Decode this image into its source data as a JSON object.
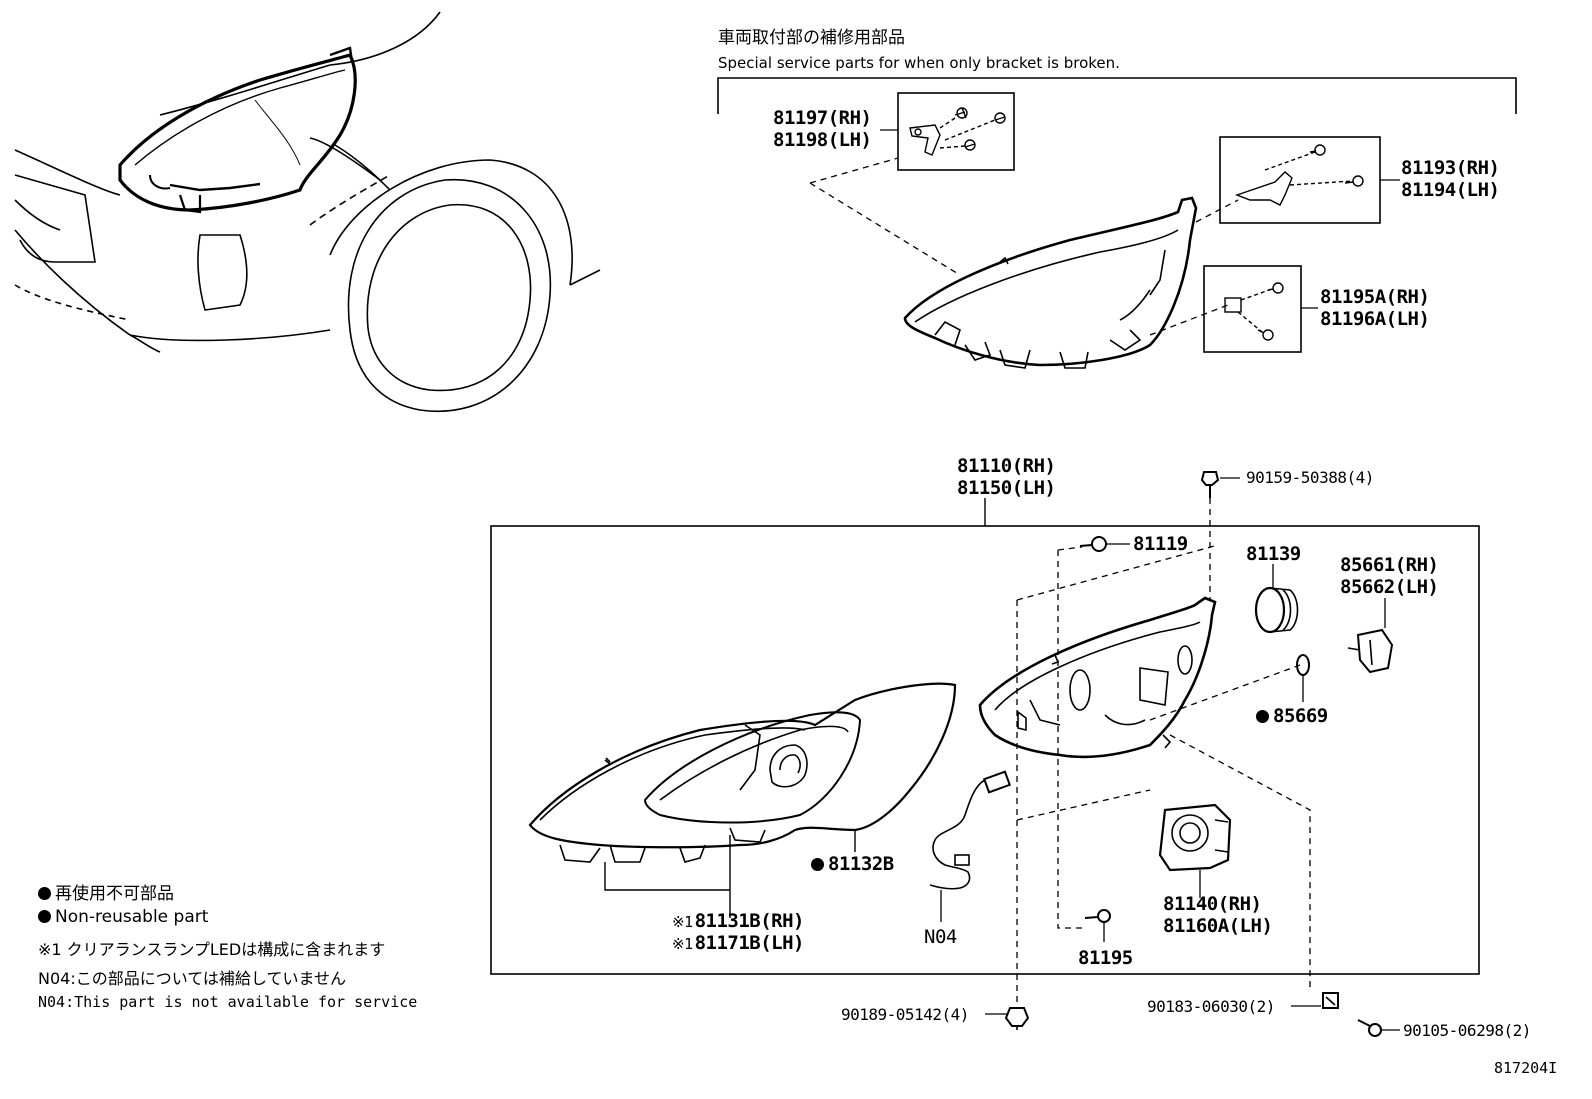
{
  "header": {
    "title_jp": "車両取付部の補修用部品",
    "title_en": "Special service parts for when only bracket is broken."
  },
  "brackets": {
    "b1": {
      "rh": "81197(RH)",
      "lh": "81198(LH)"
    },
    "b2": {
      "rh": "81193(RH)",
      "lh": "81194(LH)"
    },
    "b3": {
      "rh": "81195A(RH)",
      "lh": "81196A(LH)"
    }
  },
  "assembly": {
    "rh": "81110(RH)",
    "lh": "81150(LH)"
  },
  "parts": {
    "screw_top": "90159-50388(4)",
    "p81119": "81119",
    "p81139": "81139",
    "socket_rh": "85661(RH)",
    "socket_lh": "85662(LH)",
    "p85669": "85669",
    "p81132b": "81132B",
    "lens_rh": "81131B(RH)",
    "lens_lh": "81171B(LH)",
    "lens_mark": "※1",
    "n04": "N04",
    "proj_rh": "81140(RH)",
    "proj_lh": "81160A(LH)",
    "p81195": "81195",
    "clip_left": "90189-05142(4)",
    "clip_right": "90183-06030(2)",
    "screw_right": "90105-06298(2)"
  },
  "legend": {
    "nonreusable_jp": "再使用不可部品",
    "nonreusable_en": "Non-reusable part",
    "note1": "※1 クリアランスランプLEDは構成に含まれます",
    "note2_jp": "N04:この部品については補給していません",
    "note2_en": "N04:This part is not available for service"
  },
  "figure_id": "817204I"
}
